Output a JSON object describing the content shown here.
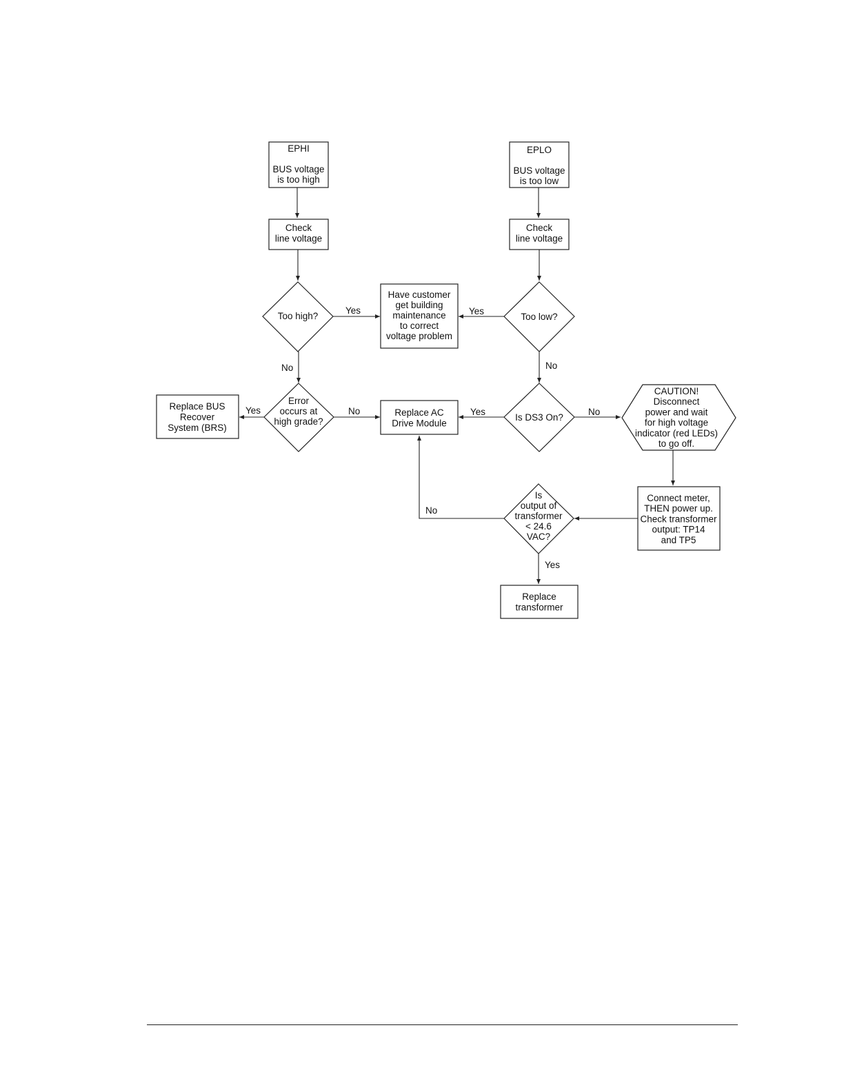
{
  "diagram": {
    "nodes": {
      "ephi": {
        "lines": [
          "EPHI",
          "",
          "BUS voltage",
          "is too high"
        ]
      },
      "eplo": {
        "lines": [
          "EPLO",
          "",
          "BUS voltage",
          "is too low"
        ]
      },
      "check_left": {
        "lines": [
          "Check",
          "line voltage"
        ]
      },
      "check_right": {
        "lines": [
          "Check",
          "line voltage"
        ]
      },
      "too_high": {
        "lines": [
          "Too high?"
        ]
      },
      "too_low": {
        "lines": [
          "Too low?"
        ]
      },
      "have_customer": {
        "lines": [
          "Have customer",
          "get building",
          "maintenance",
          "to correct",
          "voltage problem"
        ]
      },
      "error_high_grade": {
        "lines": [
          "Error",
          "occurs at",
          "high grade?"
        ]
      },
      "replace_brs": {
        "lines": [
          "Replace BUS",
          "Recover",
          "System (BRS)"
        ]
      },
      "replace_ac": {
        "lines": [
          "Replace AC",
          "Drive Module"
        ]
      },
      "ds3_on": {
        "lines": [
          "Is DS3 On?"
        ]
      },
      "caution": {
        "lines": [
          "CAUTION!",
          "Disconnect",
          "power and wait",
          "for high voltage",
          "indicator (red LEDs)",
          "to go off."
        ]
      },
      "connect_meter": {
        "lines": [
          "Connect meter,",
          "THEN power up.",
          "Check transformer",
          "output: TP14",
          "and TP5"
        ]
      },
      "transformer_q": {
        "lines": [
          "Is",
          "output of",
          "transformer",
          "< 24.6",
          "VAC?"
        ]
      },
      "replace_transformer": {
        "lines": [
          "Replace",
          "transformer"
        ]
      }
    },
    "edge_labels": {
      "too_high_yes": "Yes",
      "too_low_yes": "Yes",
      "too_high_no": "No",
      "too_low_no": "No",
      "error_yes": "Yes",
      "error_no": "No",
      "ds3_yes": "Yes",
      "ds3_no": "No",
      "transformer_no": "No",
      "transformer_yes": "Yes"
    }
  }
}
